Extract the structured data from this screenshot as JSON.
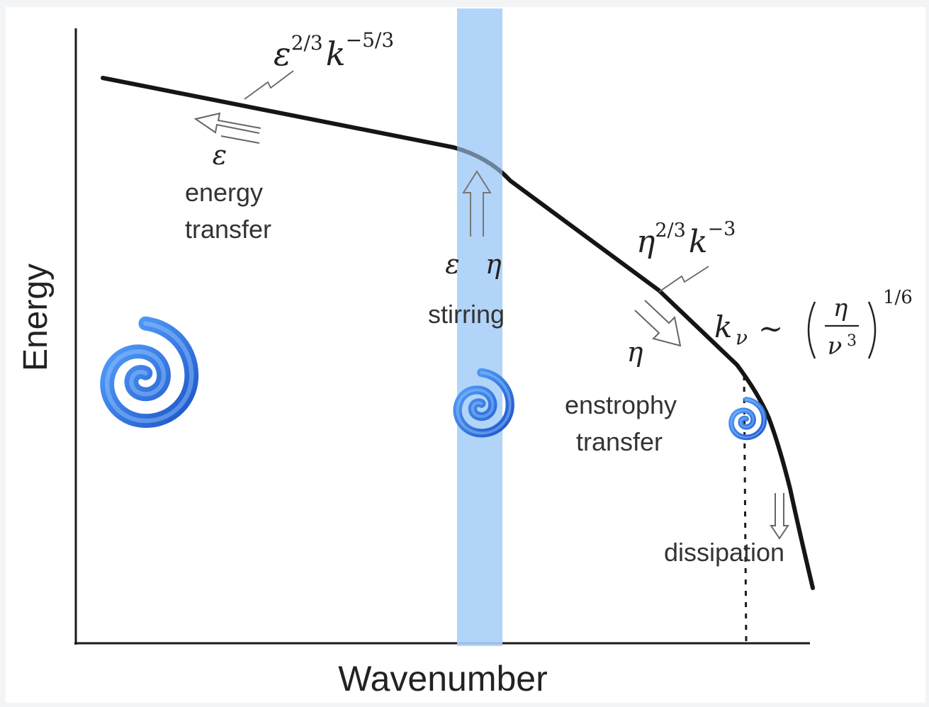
{
  "axes": {
    "x_label": "Wavenumber",
    "y_label": "Energy"
  },
  "annotations": {
    "energy_spectrum": {
      "base": "ε",
      "base_exp": "2/3",
      "var": "k",
      "var_exp": "−5/3"
    },
    "enstrophy_spectrum": {
      "base": "η",
      "base_exp": "2/3",
      "var": "k",
      "var_exp": "−3"
    },
    "dissipation_scale": {
      "lhs": "k",
      "lhs_sub": "ν",
      "relation": "∼",
      "numerator": "η",
      "denominator": "ν",
      "denominator_exp": "3",
      "exponent": "1/6"
    },
    "energy_flux_symbol": "ε",
    "energy_transfer": [
      "energy",
      "transfer"
    ],
    "stirring_symbols": "ε   η",
    "stirring": "stirring",
    "enstrophy_flux_symbol": "η",
    "enstrophy_transfer": [
      "enstrophy",
      "transfer"
    ],
    "dissipation": "dissipation"
  },
  "colors": {
    "curve": "#151515",
    "axes": "#1a1a1a",
    "stirring_band": "#a9cff7",
    "vortex": "#2c7de6",
    "vortex_dark": "#1a4fb8",
    "background": "#ffffff"
  },
  "icons": [
    "large-vortex-icon",
    "medium-vortex-icon",
    "small-vortex-icon"
  ]
}
